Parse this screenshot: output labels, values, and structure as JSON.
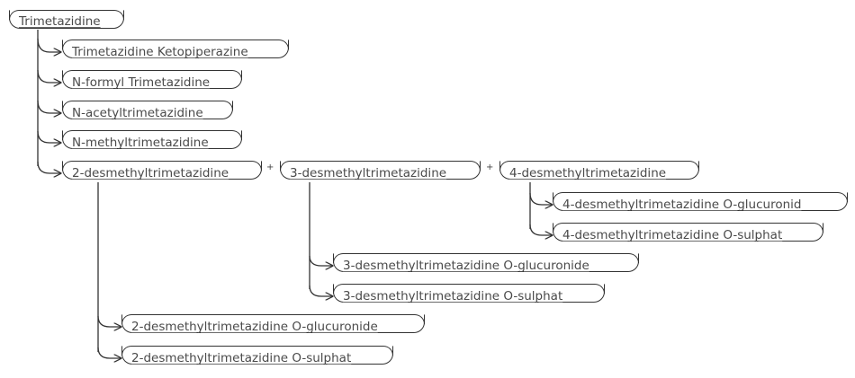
{
  "root": {
    "label": "Trimetazidine"
  },
  "metabolites": [
    {
      "id": "tmz-keto",
      "label": "Trimetazidine Ketopiperazine"
    },
    {
      "id": "n-formyl",
      "label": "N-formyl Trimetazidine"
    },
    {
      "id": "n-acetyl",
      "label": "N-acetyltrimetazidine"
    },
    {
      "id": "n-methyl",
      "label": "N-methyltrimetazidine"
    }
  ],
  "desmethyl_group": [
    {
      "id": "dm2",
      "label": "2-desmethyltrimetazidine"
    },
    {
      "id": "dm3",
      "label": "3-desmethyltrimetazidine"
    },
    {
      "id": "dm4",
      "label": "4-desmethyltrimetazidine"
    }
  ],
  "plus_sign": "+",
  "conjugates": {
    "dm4": [
      {
        "id": "dm4-gluc",
        "label": "4-desmethyltrimetazidine O-glucuronid"
      },
      {
        "id": "dm4-sulph",
        "label": "4-desmethyltrimetazidine O-sulphat"
      }
    ],
    "dm3": [
      {
        "id": "dm3-gluc",
        "label": "3-desmethyltrimetazidine O-glucuronide"
      },
      {
        "id": "dm3-sulph",
        "label": "3-desmethyltrimetazidine O-sulphat"
      }
    ],
    "dm2": [
      {
        "id": "dm2-gluc",
        "label": "2-desmethyltrimetazidine O-glucuronide"
      },
      {
        "id": "dm2-sulph",
        "label": "2-desmethyltrimetazidine O-sulphat"
      }
    ]
  }
}
